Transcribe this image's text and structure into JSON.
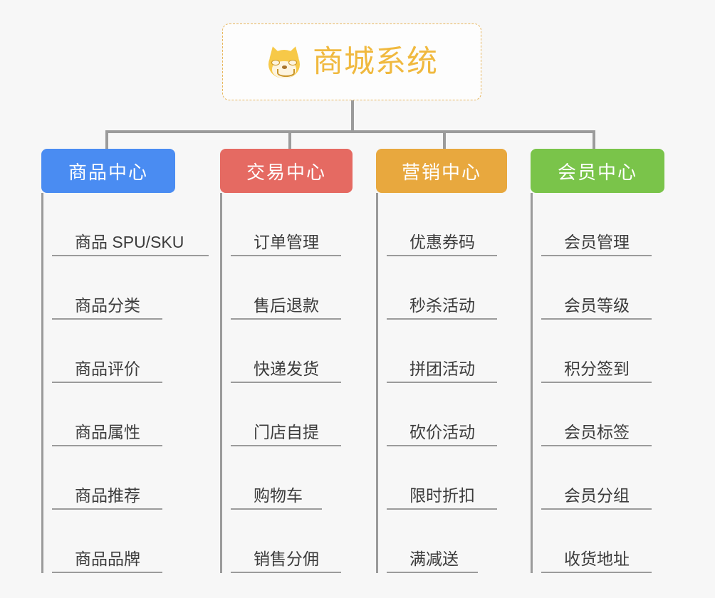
{
  "root": {
    "title": "商城系统",
    "icon": "shiba-dog-face-emoji",
    "text_color": "#f0b93f",
    "border_color": "#e8b65c"
  },
  "line_color": "#9b9b9b",
  "background": "#f7f7f7",
  "branches": [
    {
      "label": "商品中心",
      "color": "#4a8cf2",
      "items": [
        {
          "label": "商品 SPU/SKU"
        },
        {
          "label": "商品分类"
        },
        {
          "label": "商品评价"
        },
        {
          "label": "商品属性"
        },
        {
          "label": "商品推荐"
        },
        {
          "label": "商品品牌"
        }
      ]
    },
    {
      "label": "交易中心",
      "color": "#e56a62",
      "items": [
        {
          "label": "订单管理"
        },
        {
          "label": "售后退款"
        },
        {
          "label": "快递发货"
        },
        {
          "label": "门店自提"
        },
        {
          "label": "购物车"
        },
        {
          "label": "销售分佣"
        }
      ]
    },
    {
      "label": "营销中心",
      "color": "#e8a83e",
      "items": [
        {
          "label": "优惠券码"
        },
        {
          "label": "秒杀活动"
        },
        {
          "label": "拼团活动"
        },
        {
          "label": "砍价活动"
        },
        {
          "label": "限时折扣"
        },
        {
          "label": "满减送"
        }
      ]
    },
    {
      "label": "会员中心",
      "color": "#7ac44a",
      "items": [
        {
          "label": "会员管理"
        },
        {
          "label": "会员等级"
        },
        {
          "label": "积分签到"
        },
        {
          "label": "会员标签"
        },
        {
          "label": "会员分组"
        },
        {
          "label": "收货地址"
        }
      ]
    }
  ]
}
